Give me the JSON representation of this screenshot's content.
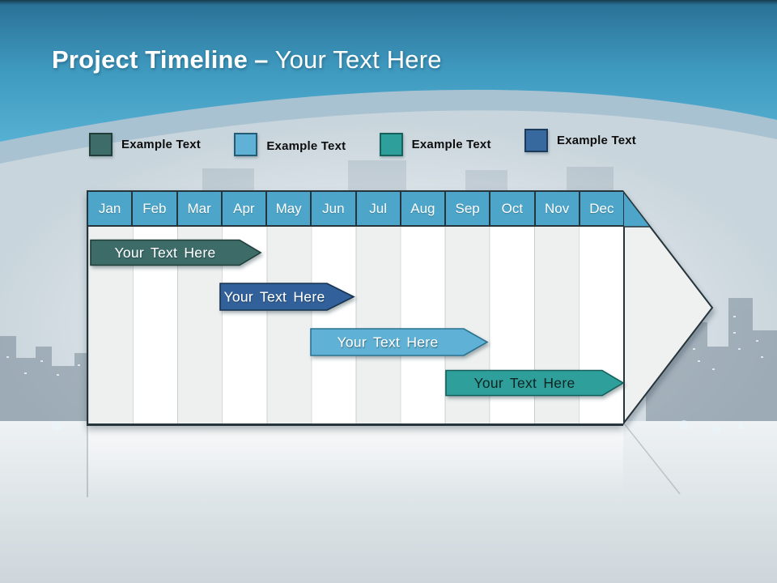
{
  "slide": {
    "title": {
      "bold": "Project Timeline",
      "separator": "–",
      "regular": "Your Text Here"
    }
  },
  "legend": {
    "items": [
      {
        "label": "Example Text",
        "color": "#3e6c68"
      },
      {
        "label": "Example Text",
        "color": "#5fb1d5"
      },
      {
        "label": "Example Text",
        "color": "#2f9f9b"
      },
      {
        "label": "Example Text",
        "color": "#38699e"
      }
    ]
  },
  "timeline": {
    "months": [
      "Jan",
      "Feb",
      "Mar",
      "Apr",
      "May",
      "Jun",
      "Jul",
      "Aug",
      "Sep",
      "Oct",
      "Nov",
      "Dec"
    ],
    "header_color": "#4da6ca",
    "bars": [
      {
        "label": "Your Text Here",
        "color": "#3e6c68",
        "start_month": "Jan",
        "end_month": "Apr"
      },
      {
        "label": "Your Text Here",
        "color": "#30619a",
        "start_month": "Apr",
        "end_month": "Jun"
      },
      {
        "label": "Your Text Here",
        "color": "#5fb1d5",
        "start_month": "Jun",
        "end_month": "Sep"
      },
      {
        "label": "Your Text Here",
        "color": "#2f9f9b",
        "start_month": "Sep",
        "end_month": "Dec"
      }
    ]
  },
  "chart_data": {
    "type": "gantt",
    "title": "Project Timeline – Your Text Here",
    "categories": [
      "Jan",
      "Feb",
      "Mar",
      "Apr",
      "May",
      "Jun",
      "Jul",
      "Aug",
      "Sep",
      "Oct",
      "Nov",
      "Dec"
    ],
    "x_unit": "months (0 = start of Jan, 12 = end of Dec)",
    "tasks": [
      {
        "row": 1,
        "label": "Your Text Here",
        "start": 0.0,
        "end": 3.9,
        "color": "#3e6c68"
      },
      {
        "row": 2,
        "label": "Your Text Here",
        "start": 3.0,
        "end": 6.0,
        "color": "#30619a"
      },
      {
        "row": 3,
        "label": "Your Text Here",
        "start": 5.0,
        "end": 9.0,
        "color": "#5fb1d5"
      },
      {
        "row": 4,
        "label": "Your Text Here",
        "start": 8.0,
        "end": 12.0,
        "color": "#2f9f9b"
      }
    ],
    "legend_entries": [
      "Example Text",
      "Example Text",
      "Example Text",
      "Example Text"
    ],
    "legend_position": "top",
    "grid": "vertical month stripes, alternating gray/white",
    "container_shape": "table body extends into large right-pointing arrow tip"
  }
}
